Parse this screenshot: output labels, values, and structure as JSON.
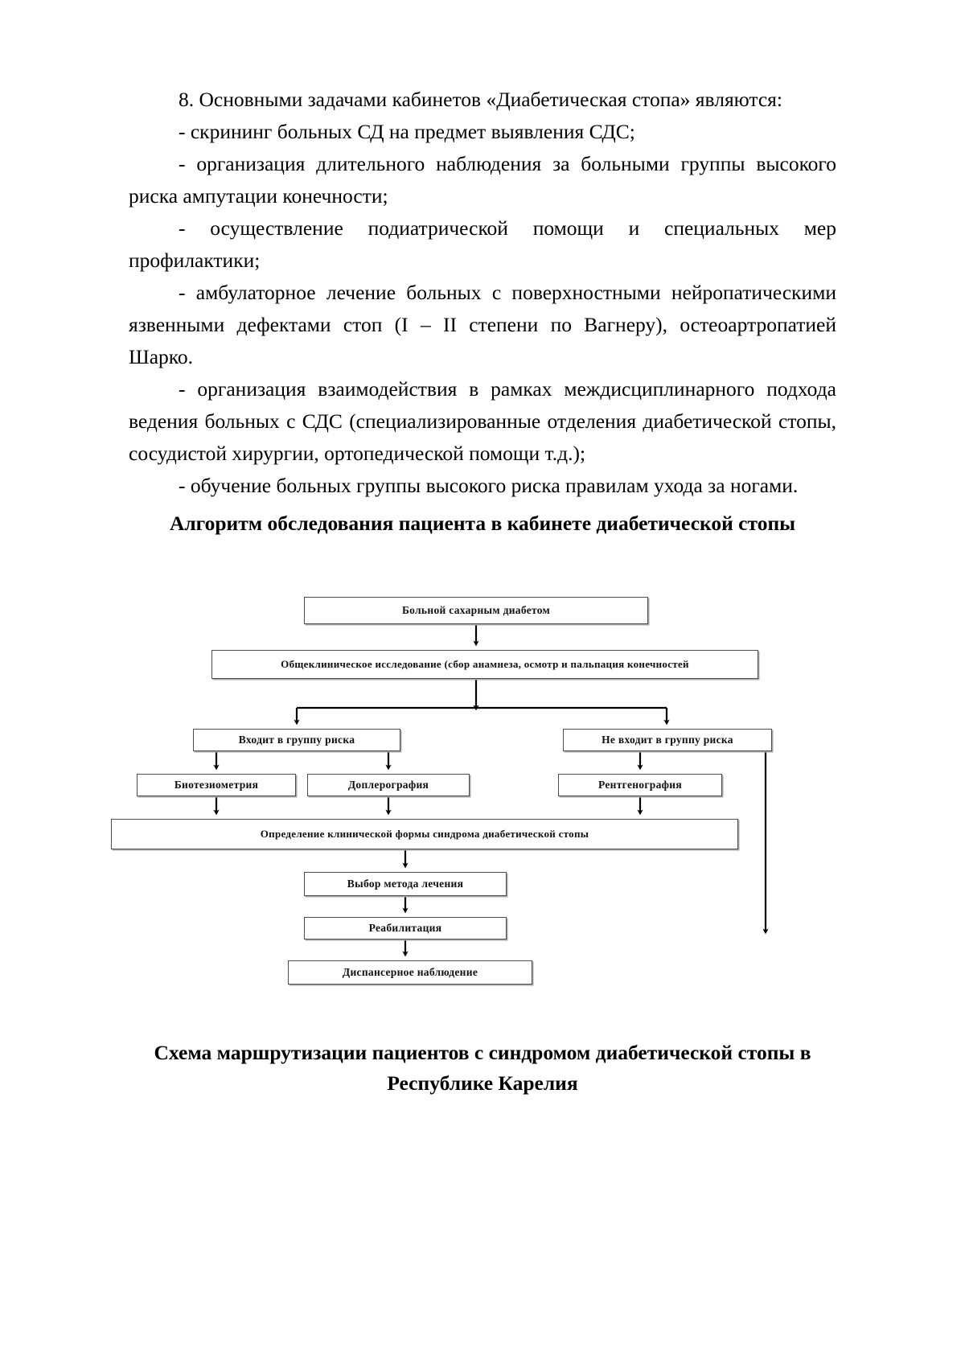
{
  "document": {
    "body_paragraphs": [
      {
        "id": "p-8",
        "indent": true,
        "text": "8.  Основными задачами кабинетов «Диабетическая стопа» являются:"
      },
      {
        "id": "p-screening",
        "indent": true,
        "text": "-  скрининг больных СД на предмет выявления СДС;"
      },
      {
        "id": "p-organization-observation",
        "indent": true,
        "text": "-  организация длительного наблюдения за больными группы высокого риска ампутации конечности;"
      },
      {
        "id": "p-podiatric",
        "indent": true,
        "text": "-  осуществление подиатрической помощи и специальных мер профилактики;"
      },
      {
        "id": "p-ambulatory",
        "indent": true,
        "text": "- амбулаторное лечение больных с поверхностными нейропатическими язвенными дефектами стоп (I – II степени по Вагнеру), остеоартропатией Шарко."
      },
      {
        "id": "p-interaction",
        "indent": true,
        "text": "- организация взаимодействия в рамках междисциплинарного подхода ведения больных с СДС (специализированные отделения диабетической стопы, сосудистой хирургии, ортопедической помощи т.д.);"
      },
      {
        "id": "p-training",
        "indent": true,
        "text": "-  обучение больных группы высокого риска правилам ухода за ногами."
      }
    ],
    "algorithm_title": "Алгоритм обследования пациента в кабинете диабетической стопы",
    "routing_title_line1": "Схема маршрутизации пациентов с синдромом диабетической стопы в",
    "routing_title_line2": "Республике Карелия"
  },
  "flowchart": {
    "nodes": {
      "patient": "Больной сахарным диабетом",
      "exam": "Общеклиническое исследование (сбор анамнеза, осмотр и пальпация  конечностей",
      "risk_yes": "Входит в группу риска",
      "risk_no": "Не входит в группу риска",
      "biotensiometry": "Биотезиометрия",
      "dopplerography": "Доплерография",
      "radiography": "Рентгенография",
      "clinical_form": "Определение клинической формы синдрома диабетической стопы",
      "treatment_method": "Выбор метода лечения",
      "rehabilitation": "Реабилитация",
      "dispensary": "Диспансерное наблюдение"
    },
    "colors": {
      "box_border": "#4d4d4d",
      "box_shadow": "#a9a9a9",
      "connector": "#000000",
      "page_background": "#ffffff",
      "text": "#000000"
    }
  }
}
